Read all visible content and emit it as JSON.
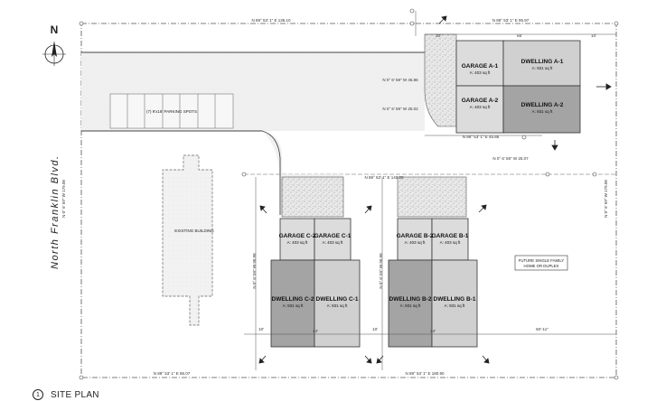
{
  "north_label": "N",
  "street_label": "North Franklin Blvd.",
  "title": {
    "number": "1",
    "text": "SITE PLAN"
  },
  "parking_label": "(7) 9'x18' PARKING SPOTS",
  "existing_building_label": "EXISTING BUILDING",
  "future_note": [
    "FUTURE SINGLE FAMILY",
    "HOME OR DUPLEX"
  ],
  "units": {
    "garage_a1": {
      "name": "GARAGE A-1",
      "area": "A: 403 sq ft"
    },
    "garage_a2": {
      "name": "GARAGE A-2",
      "area": "A: 403 sq ft"
    },
    "dwelling_a1": {
      "name": "DWELLING A-1",
      "area": "A: 931 sq ft"
    },
    "dwelling_a2": {
      "name": "DWELLING A-2",
      "area": "A: 931 sq ft"
    },
    "garage_c2": {
      "name": "GARAGE C-2",
      "area": "A: 403 sq ft"
    },
    "garage_c1": {
      "name": "GARAGE C-1",
      "area": "A: 403 sq ft"
    },
    "dwelling_c2": {
      "name": "DWELLING C-2",
      "area": "A: 931 sq ft"
    },
    "dwelling_c1": {
      "name": "DWELLING C-1",
      "area": "A: 931 sq ft"
    },
    "garage_b2": {
      "name": "GARAGE B-2",
      "area": "A: 403 sq ft"
    },
    "garage_b1": {
      "name": "GARAGE B-1",
      "area": "A: 403 sq ft"
    },
    "dwelling_b2": {
      "name": "DWELLING B-2",
      "area": "A: 931 sq ft"
    },
    "dwelling_b1": {
      "name": "DWELLING B-1",
      "area": "A: 931 sq ft"
    }
  },
  "dimensions": {
    "top_left": "N 89° 53' 1\" E   136.10",
    "top_right": "N 89° 53' 1\" E   95.97",
    "mid_line": "N 89° 53' 1\" E   140.20",
    "bottom_left": "N 89° 53' 1\" E   86.07",
    "bottom_right": "N 89° 53' 1\" E   180.90",
    "court_a": "N 89° 53' 1\" E   45.86",
    "bearing_1": "N 0° 6' 59\" W   45.86",
    "bearing_2": "N 0° 6' 59\" W   25.02",
    "bearing_3": "N 0° 6' 59\" W   25.07",
    "left_vertical": "N 0° 6' 59\" W   179.08",
    "right_vertical": "N 0° 6' 59\" W   179.08",
    "c_vertical": "N 0° 6' 59\" W   90.98",
    "b_vertical": "N 0° 6' 59\" W   90.98",
    "gap_c": "10'",
    "gap_b": "10'",
    "c_width": "44'",
    "b_width": "44'",
    "right_setback": "60'-11\"",
    "a_top_1": "20'",
    "a_top_2": "65'",
    "a_top_3": "10'"
  }
}
